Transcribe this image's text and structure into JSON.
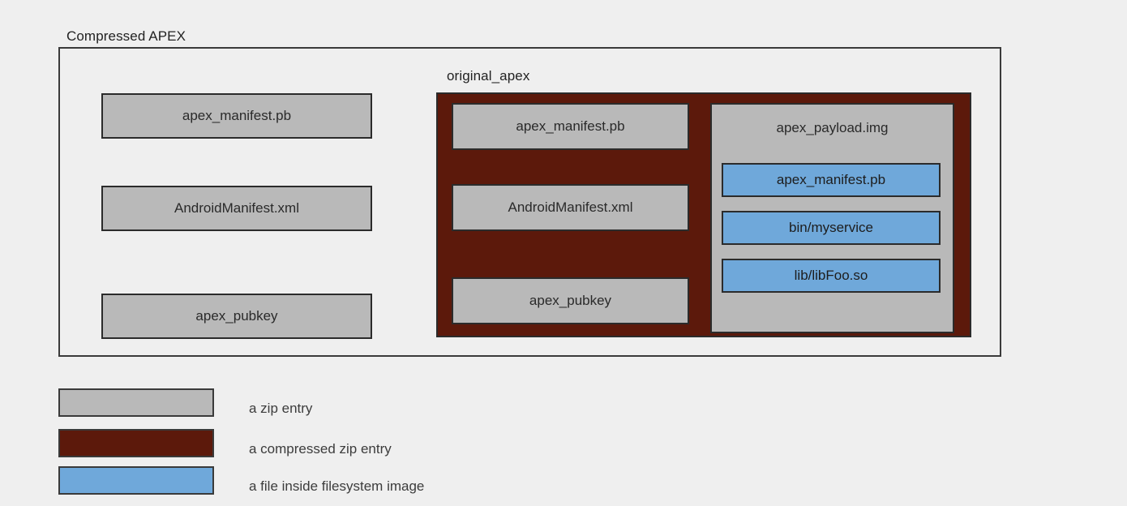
{
  "diagram": {
    "outer": {
      "label": "Compressed APEX",
      "entries": [
        {
          "name": "apex_manifest.pb"
        },
        {
          "name": "AndroidManifest.xml"
        },
        {
          "name": "apex_pubkey"
        }
      ]
    },
    "original_apex": {
      "label": "original_apex",
      "entries": [
        {
          "name": "apex_manifest.pb"
        },
        {
          "name": "AndroidManifest.xml"
        },
        {
          "name": "apex_pubkey"
        }
      ],
      "payload": {
        "title": "apex_payload.img",
        "files": [
          {
            "name": "apex_manifest.pb"
          },
          {
            "name": "bin/myservice"
          },
          {
            "name": "lib/libFoo.so"
          }
        ]
      }
    }
  },
  "legend": {
    "items": [
      {
        "label": "a zip entry",
        "color": "#b9b9b9"
      },
      {
        "label": "a compressed zip entry",
        "color": "#5c190b"
      },
      {
        "label": "a file inside filesystem image",
        "color": "#6fa8da"
      }
    ]
  },
  "colors": {
    "background": "#efefef",
    "zip_entry": "#b9b9b9",
    "compressed_zip_entry": "#5c190b",
    "filesystem_file": "#6fa8da",
    "stroke": "#2b2b2b"
  }
}
